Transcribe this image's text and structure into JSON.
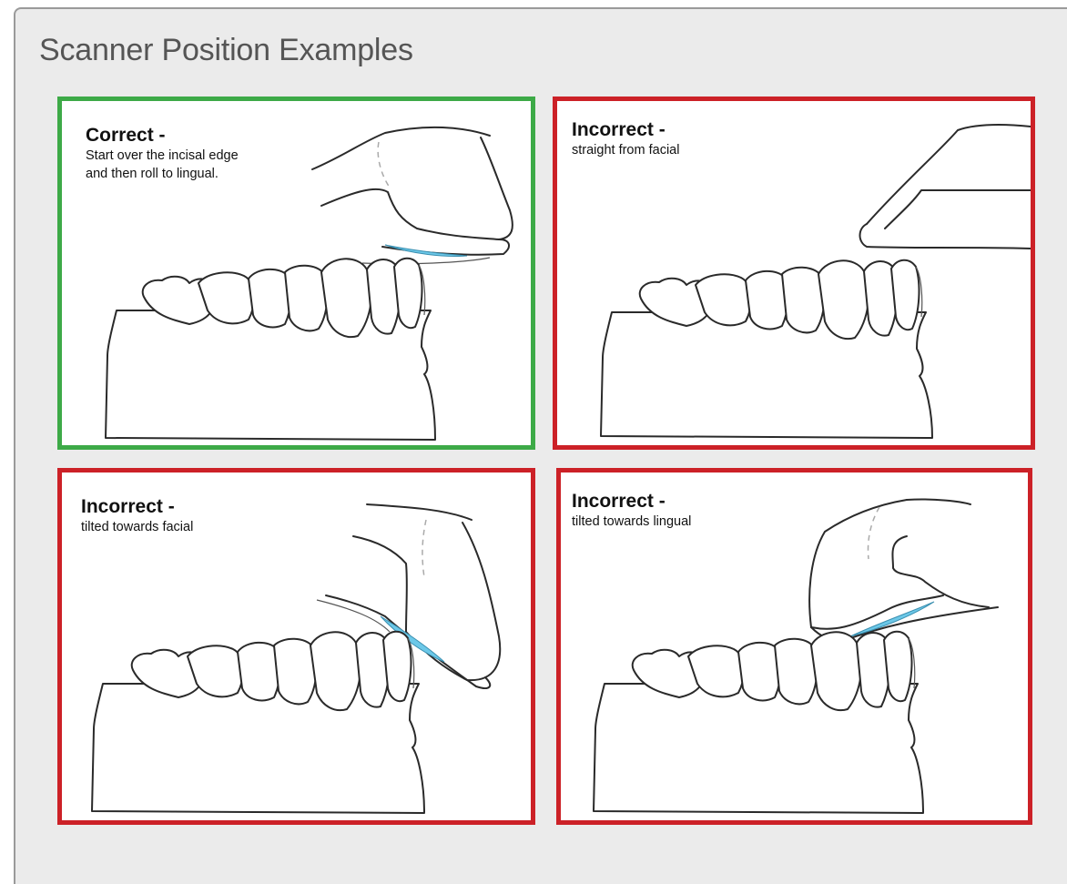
{
  "title": "Scanner Position Examples",
  "colors": {
    "correct_border": "#3daa47",
    "incorrect_border": "#cc2127",
    "scanner_lens": "#6cc8e8",
    "panel_background": "#ebebeb"
  },
  "examples": [
    {
      "status": "correct",
      "heading": "Correct -",
      "description": "Start over the incisal edge\nand then roll to lingual."
    },
    {
      "status": "incorrect",
      "heading": "Incorrect -",
      "description": "straight from facial"
    },
    {
      "status": "incorrect",
      "heading": "Incorrect -",
      "description": "tilted towards facial"
    },
    {
      "status": "incorrect",
      "heading": "Incorrect -",
      "description": "tilted towards lingual"
    }
  ]
}
